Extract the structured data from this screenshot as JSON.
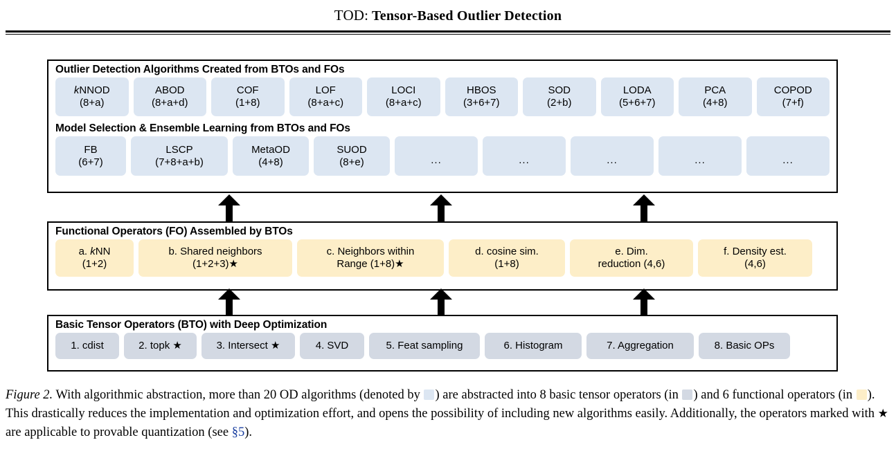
{
  "title": {
    "prefix": "TOD:",
    "rest": " Tensor-Based Outlier Detection"
  },
  "colors": {
    "algorithm_chip": "#dce6f2",
    "functional_operator_chip": "#fdeec8",
    "basic_tensor_operator_chip": "#d3d9e3",
    "border": "#000000",
    "section_link": "#1a3fa0"
  },
  "panels": {
    "algorithms": {
      "header": "Outlier Detection Algorithms Created from BTOs and FOs",
      "items": [
        {
          "name": "kNNOD",
          "italic_prefix": "k",
          "plain_name": "NNOD",
          "composition": "(8+a)"
        },
        {
          "name": "ABOD",
          "composition": "(8+a+d)"
        },
        {
          "name": "COF",
          "composition": "(1+8)"
        },
        {
          "name": "LOF",
          "composition": "(8+a+c)"
        },
        {
          "name": "LOCI",
          "composition": "(8+a+c)"
        },
        {
          "name": "HBOS",
          "composition": "(3+6+7)"
        },
        {
          "name": "SOD",
          "composition": "(2+b)"
        },
        {
          "name": "LODA",
          "composition": "(5+6+7)"
        },
        {
          "name": "PCA",
          "composition": "(4+8)"
        },
        {
          "name": "COPOD",
          "composition": "(7+f)"
        }
      ]
    },
    "ensemble": {
      "header": "Model Selection & Ensemble Learning from BTOs and FOs",
      "items": [
        {
          "name": "FB",
          "composition": "(6+7)"
        },
        {
          "name": "LSCP",
          "composition": "(7+8+a+b)"
        },
        {
          "name": "MetaOD",
          "composition": "(4+8)"
        },
        {
          "name": "SUOD",
          "composition": "(8+e)"
        },
        {
          "name": "...",
          "composition": ""
        },
        {
          "name": "...",
          "composition": ""
        },
        {
          "name": "...",
          "composition": ""
        },
        {
          "name": "...",
          "composition": ""
        },
        {
          "name": "...",
          "composition": ""
        }
      ]
    },
    "functional_operators": {
      "header": "Functional Operators (FO) Assembled by BTOs",
      "items": [
        {
          "line1_a": "a. ",
          "line1_k": "k",
          "line1_b": "NN",
          "line2": "(1+2)"
        },
        {
          "line1_a": "b. Shared neighbors",
          "line1_k": "",
          "line1_b": "",
          "line2": "(1+2+3)★"
        },
        {
          "line1_a": "c. Neighbors within",
          "line1_k": "",
          "line1_b": "",
          "line2": "Range (1+8)★"
        },
        {
          "line1_a": "d. cosine sim.",
          "line1_k": "",
          "line1_b": "",
          "line2": "(1+8)"
        },
        {
          "line1_a": "e. Dim.",
          "line1_k": "",
          "line1_b": "",
          "line2": "reduction (4,6)"
        },
        {
          "line1_a": "f. Density est.",
          "line1_k": "",
          "line1_b": "",
          "line2": "(4,6)"
        }
      ]
    },
    "basic_tensor_operators": {
      "header": "Basic Tensor Operators (BTO) with Deep Optimization",
      "items": [
        {
          "label": "1. cdist"
        },
        {
          "label": "2. topk ★"
        },
        {
          "label": "3. Intersect ★"
        },
        {
          "label": "4. SVD"
        },
        {
          "label": "5. Feat sampling"
        },
        {
          "label": "6. Histogram"
        },
        {
          "label": "7. Aggregation"
        },
        {
          "label": "8. Basic OPs"
        }
      ]
    }
  },
  "caption": {
    "figure_label": "Figure 2.",
    "t1": " With algorithmic abstraction, more than 20 OD algorithms (denoted by ",
    "t2": ") are abstracted into 8 basic tensor operators (in ",
    "t3": ") and 6 functional operators (in ",
    "t4": "). This drastically reduces the implementation and optimization effort, and opens the possibility of including new algorithms easily. Additionally, the operators marked with ",
    "star": "★",
    "t5": " are applicable to provable quantization (see ",
    "section_ref": "§5",
    "t6": ")."
  }
}
